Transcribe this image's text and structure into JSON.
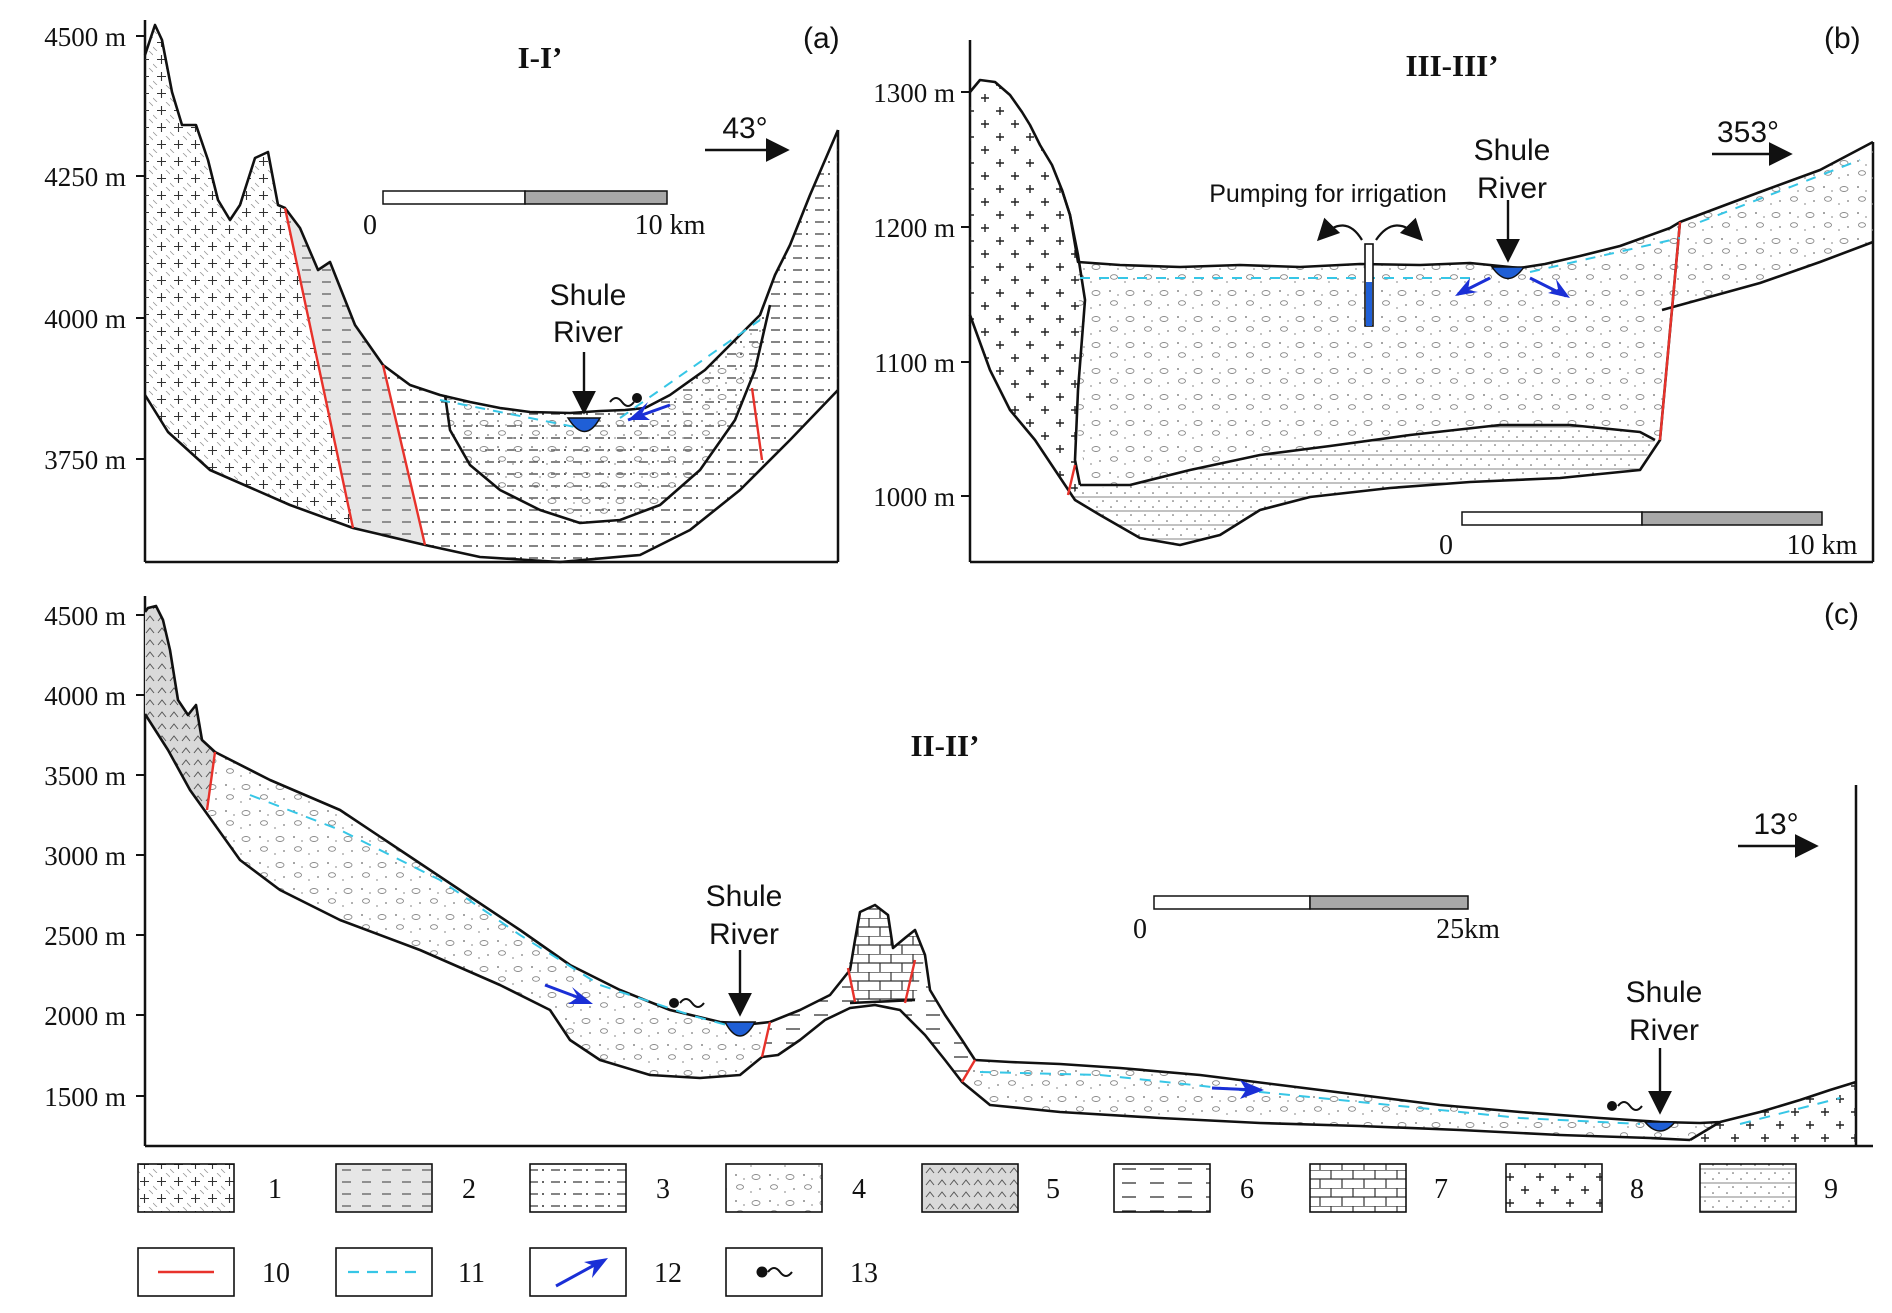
{
  "panels": {
    "a": {
      "label": "(a)",
      "title": "I-I’",
      "y_ticks": [
        "4500 m",
        "4250 m",
        "4000 m",
        "3750 m"
      ],
      "direction": "43°",
      "scale": {
        "start": "0",
        "end": "10 km"
      },
      "river": [
        "Shule",
        "River"
      ]
    },
    "b": {
      "label": "(b)",
      "title": "III-III’",
      "y_ticks": [
        "1300 m",
        "1200 m",
        "1100 m",
        "1000 m"
      ],
      "direction": "353°",
      "scale": {
        "start": "0",
        "end": "10 km"
      },
      "river": [
        "Shule",
        "River"
      ],
      "pumping": "Pumping for irrigation"
    },
    "c": {
      "label": "(c)",
      "title": "II-II’",
      "y_ticks": [
        "4500 m",
        "4000 m",
        "3500 m",
        "3000 m",
        "2500 m",
        "2000 m",
        "1500 m"
      ],
      "direction": "13°",
      "scale": {
        "start": "0",
        "end": "25km"
      },
      "river1": [
        "Shule",
        "River"
      ],
      "river2": [
        "Shule",
        "River"
      ]
    }
  },
  "legend": [
    {
      "num": "1",
      "pattern": "crosshatch-plus"
    },
    {
      "num": "2",
      "pattern": "grey-dashes"
    },
    {
      "num": "3",
      "pattern": "dash-dot"
    },
    {
      "num": "4",
      "pattern": "gravel"
    },
    {
      "num": "5",
      "pattern": "carets"
    },
    {
      "num": "6",
      "pattern": "dashes"
    },
    {
      "num": "7",
      "pattern": "bricks"
    },
    {
      "num": "8",
      "pattern": "plus"
    },
    {
      "num": "9",
      "pattern": "dotted-lines"
    },
    {
      "num": "10",
      "pattern": "red-line"
    },
    {
      "num": "11",
      "pattern": "cyan-dashed-line"
    },
    {
      "num": "12",
      "pattern": "blue-arrow"
    },
    {
      "num": "13",
      "pattern": "spring-symbol"
    }
  ],
  "colors": {
    "fault": "#e8322b",
    "water_table": "#36c6e6",
    "flow_arrow": "#1a2fd6",
    "river_fill": "#1f5fd6",
    "grey_fill": "#e6e6e6",
    "scale_grey": "#a8a8a8"
  }
}
